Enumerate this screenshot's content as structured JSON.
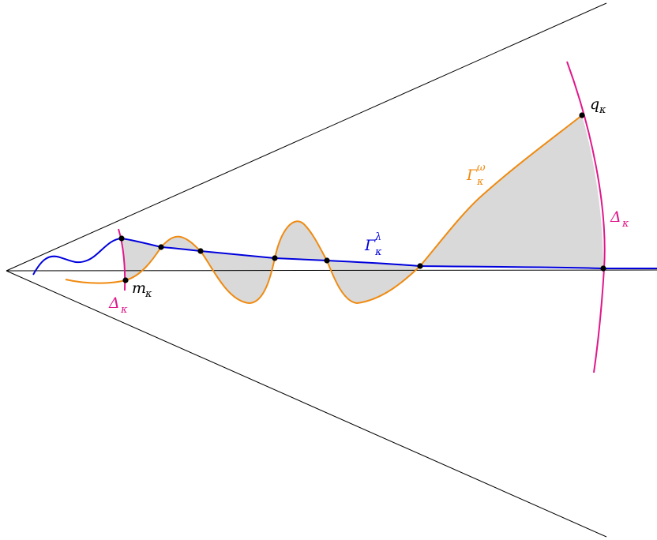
{
  "labels": {
    "gamma_lambda": {
      "main": "Γ",
      "sup": "λ",
      "sub": "κ"
    },
    "gamma_omega": {
      "main": "Γ",
      "sup": "ω",
      "sub": "κ"
    },
    "q": {
      "main": "q",
      "sub": "κ"
    },
    "m": {
      "main": "m",
      "sub": "κ"
    },
    "delta_left": {
      "main": "Δ",
      "sub": "κ"
    },
    "delta_right": {
      "main": "Δ",
      "sub": "κ"
    }
  },
  "colors": {
    "lambda_curve": "#0000dd",
    "omega_curve": "#f08a10",
    "delta_arc": "#e0178a",
    "shade": "#d9d9d9",
    "axes": "#000000"
  }
}
